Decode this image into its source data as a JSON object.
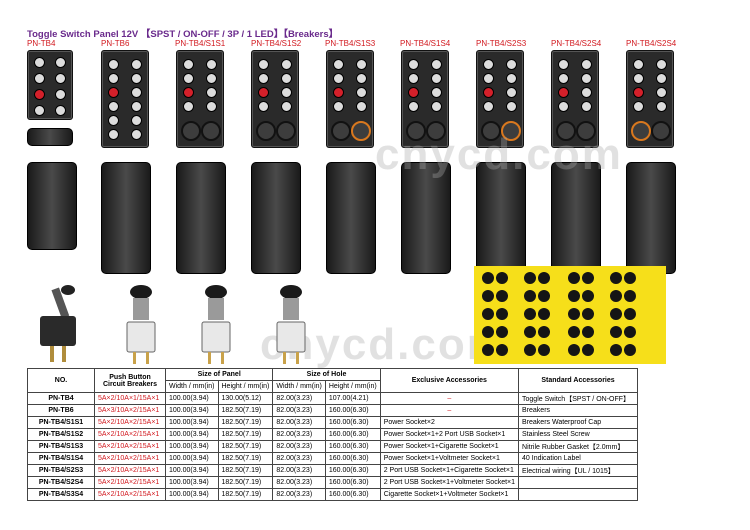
{
  "title": "Toggle Switch Panel 12V 【SPST / ON-OFF / 3P / 1 LED】【Breakers】",
  "models": [
    "PN-TB4",
    "PN-TB6",
    "PN-TB4/S1S1",
    "PN-TB4/S1S2",
    "PN-TB4/S1S3",
    "PN-TB4/S1S4",
    "PN-TB4/S2S3",
    "PN-TB4/S2S4",
    "PN-TB4/S2S4"
  ],
  "watermark": "cnycd.com",
  "table": {
    "headers": {
      "no": "NO.",
      "push_button": "Push Button",
      "circuit_breakers": "Circuit Breakers",
      "size_of_panel": "Size of Panel",
      "size_of_hole": "Size of Hole",
      "width": "Width / mm(in)",
      "height": "Height / mm(in)",
      "exclusive": "Exclusive Accessories",
      "standard": "Standard Accessories"
    },
    "rows": [
      {
        "no": "PN-TB4",
        "breakers": "5A×2/10A×1/15A×1",
        "pw": "100.00(3.94)",
        "ph": "130.00(5.12)",
        "hw": "82.00(3.23)",
        "hh": "107.00(4.21)",
        "excl": "–",
        "std": "Toggle Switch【SPST / ON-OFF】"
      },
      {
        "no": "PN-TB6",
        "breakers": "5A×3/10A×2/15A×1",
        "pw": "100.00(3.94)",
        "ph": "182.50(7.19)",
        "hw": "82.00(3.23)",
        "hh": "160.00(6.30)",
        "excl": "–",
        "std": "Breakers"
      },
      {
        "no": "PN-TB4/S1S1",
        "breakers": "5A×2/10A×2/15A×1",
        "pw": "100.00(3.94)",
        "ph": "182.50(7.19)",
        "hw": "82.00(3.23)",
        "hh": "160.00(6.30)",
        "excl": "Power Socket×2",
        "std": "Breakers Waterproof Cap"
      },
      {
        "no": "PN-TB4/S1S2",
        "breakers": "5A×2/10A×2/15A×1",
        "pw": "100.00(3.94)",
        "ph": "182.50(7.19)",
        "hw": "82.00(3.23)",
        "hh": "160.00(6.30)",
        "excl": "Power Socket×1+2 Port USB Socket×1",
        "std": "Stainless Steel Screw"
      },
      {
        "no": "PN-TB4/S1S3",
        "breakers": "5A×2/10A×2/15A×1",
        "pw": "100.00(3.94)",
        "ph": "182.50(7.19)",
        "hw": "82.00(3.23)",
        "hh": "160.00(6.30)",
        "excl": "Power Socket×1+Cigarette Socket×1",
        "std": "Nitrile Rubber Gasket【2.0mm】"
      },
      {
        "no": "PN-TB4/S1S4",
        "breakers": "5A×2/10A×2/15A×1",
        "pw": "100.00(3.94)",
        "ph": "182.50(7.19)",
        "hw": "82.00(3.23)",
        "hh": "160.00(6.30)",
        "excl": "Power Socket×1+Voltmeter Socket×1",
        "std": "40 Indication Label"
      },
      {
        "no": "PN-TB4/S2S3",
        "breakers": "5A×2/10A×2/15A×1",
        "pw": "100.00(3.94)",
        "ph": "182.50(7.19)",
        "hw": "82.00(3.23)",
        "hh": "160.00(6.30)",
        "excl": "2 Port USB Socket×1+Cigarette Socket×1",
        "std": "Electrical wiring【UL / 1015】"
      },
      {
        "no": "PN-TB4/S2S4",
        "breakers": "5A×2/10A×2/15A×1",
        "pw": "100.00(3.94)",
        "ph": "182.50(7.19)",
        "hw": "82.00(3.23)",
        "hh": "160.00(6.30)",
        "excl": "2 Port USB Socket×1+Voltmeter Socket×1",
        "std": ""
      },
      {
        "no": "PN-TB4/S3S4",
        "breakers": "5A×2/10A×2/15A×1",
        "pw": "100.00(3.94)",
        "ph": "182.50(7.19)",
        "hw": "82.00(3.23)",
        "hh": "160.00(6.30)",
        "excl": "Cigarette Socket×1+Voltmeter Socket×1",
        "std": ""
      }
    ]
  }
}
